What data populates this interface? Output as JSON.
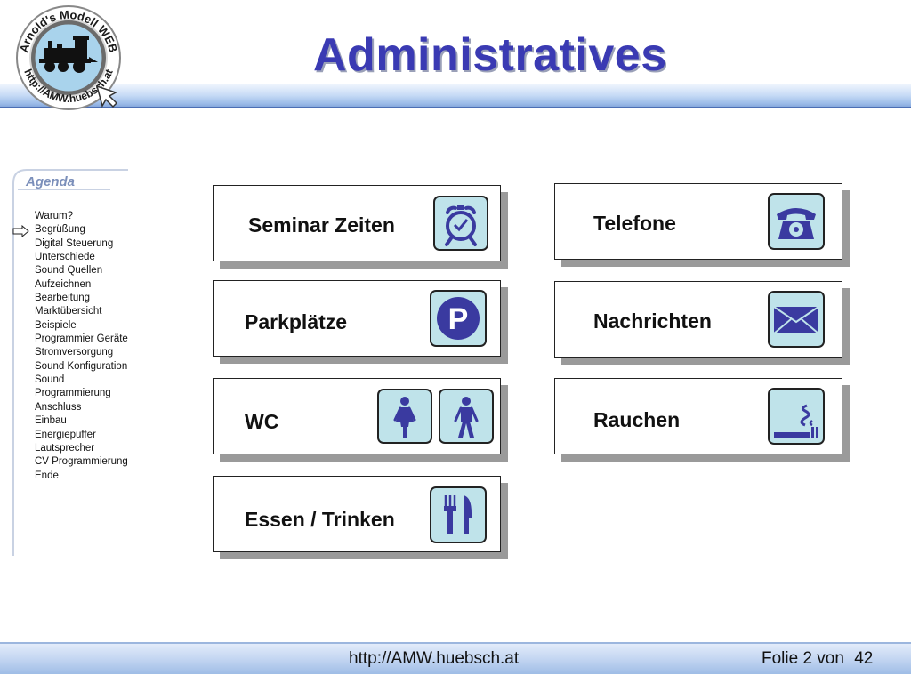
{
  "header": {
    "title": "Administratives"
  },
  "logo": {
    "text_top": "Arnold's Modell WEB",
    "text_bottom": "http://AMW.huebsch.at",
    "icon": "steam-locomotive-icon"
  },
  "agenda": {
    "title": "Agenda",
    "current_index": 1,
    "items": [
      "Warum?",
      "Begrüßung",
      "Digital Steuerung",
      "Unterschiede",
      "Sound Quellen",
      "Aufzeichnen",
      "Bearbeitung",
      "Marktübersicht",
      "Beispiele",
      "Programmier Geräte",
      "Stromversorgung",
      "Sound Konfiguration",
      "Sound",
      "Programmierung",
      "Anschluss",
      "Einbau",
      "Energiepuffer",
      "Lautsprecher",
      "CV Programmierung",
      "Ende"
    ]
  },
  "cards": {
    "seminar": {
      "label": "Seminar Zeiten",
      "icon": "alarm-clock-icon"
    },
    "parking": {
      "label": "Parkplätze",
      "icon": "parking-icon",
      "glyph": "P"
    },
    "wc": {
      "label": "WC",
      "icons": [
        "woman-icon",
        "man-icon"
      ]
    },
    "food": {
      "label": "Essen / Trinken",
      "icon": "fork-knife-icon"
    },
    "phone": {
      "label": "Telefone",
      "icon": "telephone-icon"
    },
    "messages": {
      "label": "Nachrichten",
      "icon": "envelope-icon"
    },
    "smoking": {
      "label": "Rauchen",
      "icon": "cigarette-icon"
    }
  },
  "footer": {
    "url": "http://AMW.huebsch.at",
    "slide_label": "Folie 2 von",
    "slide_total": "42"
  },
  "colors": {
    "title": "#3a3ab3",
    "icon_fill": "#bfe3ea",
    "icon_ink": "#3a3aa0"
  }
}
